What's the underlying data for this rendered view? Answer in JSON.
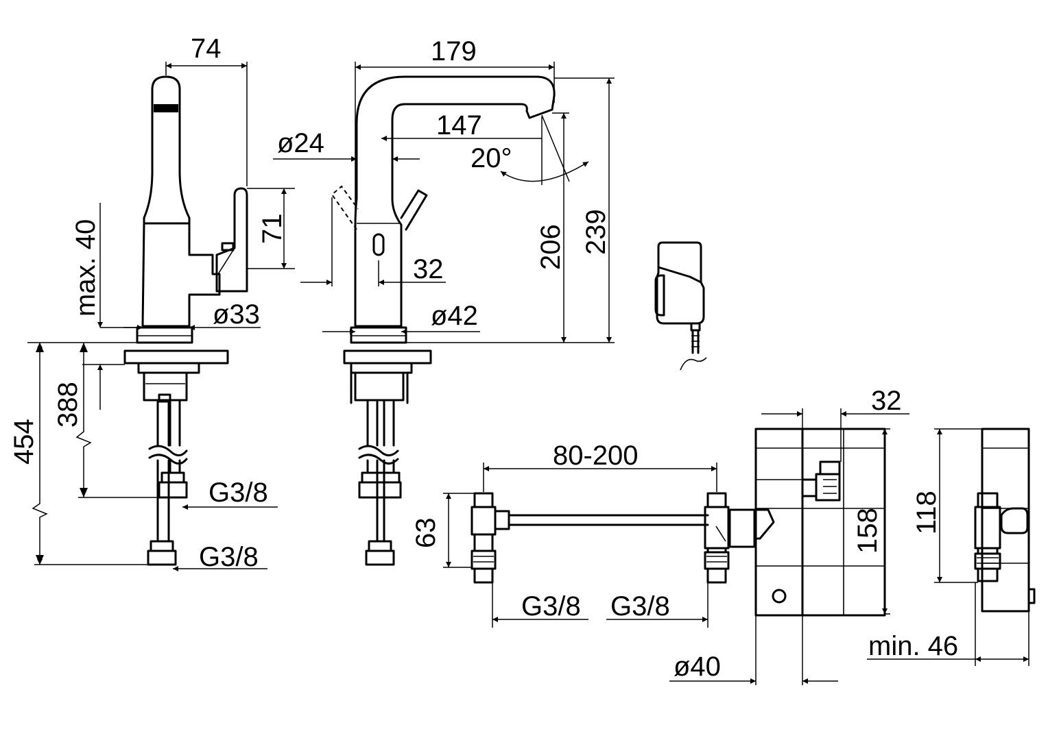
{
  "colors": {
    "line": "#000000",
    "background": "#ffffff"
  },
  "icons": [
    "spout-side-view",
    "spout-front-view",
    "control-box",
    "connection-assembly",
    "mixing-valve-front",
    "mixing-valve-side"
  ],
  "dimensions": {
    "d74": "74",
    "d179": "179",
    "d147": "147",
    "d24": "ø24",
    "d20": "20°",
    "d71": "71",
    "dmax40": "max. 40",
    "d32a": "32",
    "d33": "ø33",
    "d42": "ø42",
    "d206": "206",
    "d239": "239",
    "d454": "454",
    "d388": "388",
    "g38a": "G3/8",
    "g38b": "G3/8",
    "d80200": "80-200",
    "d63": "63",
    "g38c": "G3/8",
    "g38d": "G3/8",
    "d32b": "32",
    "d158": "158",
    "d40": "ø40",
    "d118": "118",
    "dmin46": "min. 46"
  }
}
